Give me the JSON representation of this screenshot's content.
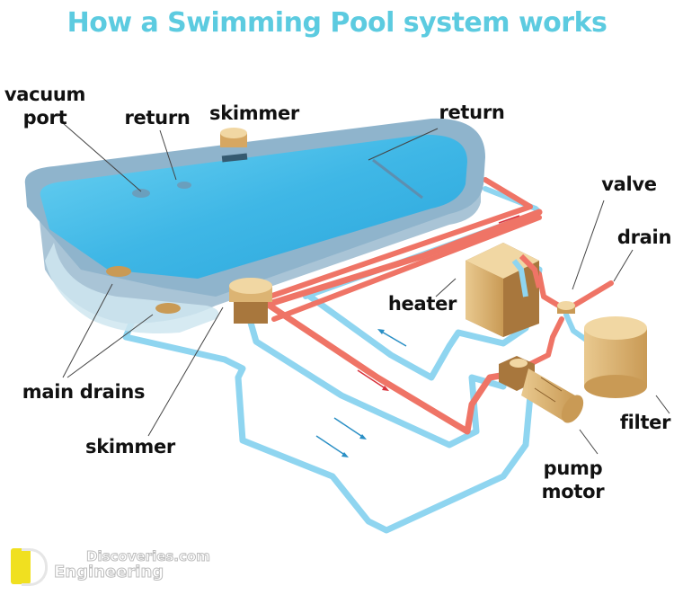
{
  "title": "How a Swimming Pool system works",
  "labels": {
    "vacuum_port": "vacuum\nport",
    "return_left": "return",
    "skimmer_top": "skimmer",
    "return_right": "return",
    "valve": "valve",
    "drain": "drain",
    "heater": "heater",
    "main_drains": "main drains",
    "skimmer_bottom": "skimmer",
    "filter": "filter",
    "pump_motor": "pump\nmotor"
  },
  "colors": {
    "title": "#5ccbe0",
    "water": "#4fc3ea",
    "pool_rim": "#8fb4cc",
    "cold_pipe": "#8fd5f0",
    "hot_pipe": "#ef7466",
    "equipment": "#e2bf82",
    "equipment_dark": "#a8773d"
  },
  "watermark": {
    "line1": "Discoveries.com",
    "line2": "Engineering"
  }
}
